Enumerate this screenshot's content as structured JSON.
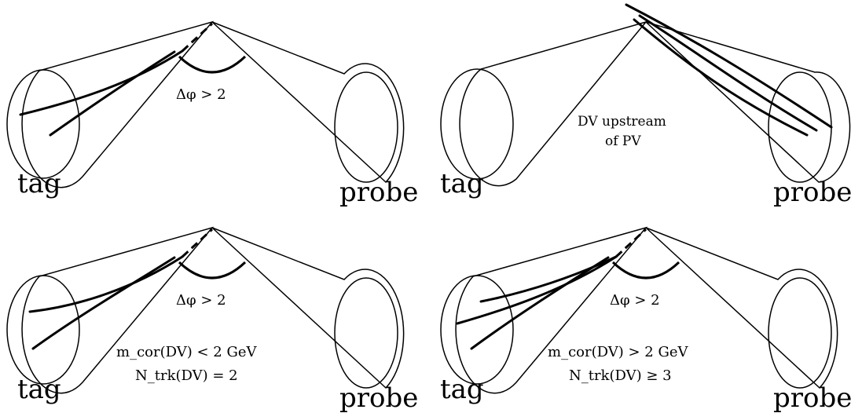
{
  "panels": [
    {
      "id": "top-left",
      "tag_label": "tag",
      "probe_label": "probe",
      "probe_color": "#8a8a30",
      "probe_base_color": "#d6d3a8",
      "angle_text": "Δφ > 2",
      "lines": []
    },
    {
      "id": "top-right",
      "tag_label": "tag",
      "probe_label": "probe",
      "probe_color": "#34359a",
      "probe_base_color": "#8c8cd2",
      "angle_text": "",
      "lines": [
        "DV upstream",
        "of PV"
      ]
    },
    {
      "id": "bottom-left",
      "tag_label": "tag",
      "probe_label": "probe",
      "probe_color": "#2e8b3a",
      "probe_base_color": "#8fcc8c",
      "angle_text": "Δφ > 2",
      "lines": [
        "m_cor(DV) < 2 GeV",
        "N_trk(DV) = 2"
      ]
    },
    {
      "id": "bottom-right",
      "tag_label": "tag",
      "probe_label": "probe",
      "probe_color": "#8b3535",
      "probe_base_color": "#cd8c8c",
      "angle_text": "Δφ > 2",
      "lines": [
        "m_cor(DV) > 2 GeV",
        "N_trk(DV) ≥ 3"
      ]
    }
  ],
  "colors": {
    "tag_dark": "#5e5e5e",
    "tag_light": "#cfcfcf",
    "tag_base": "#d2d2d2"
  }
}
